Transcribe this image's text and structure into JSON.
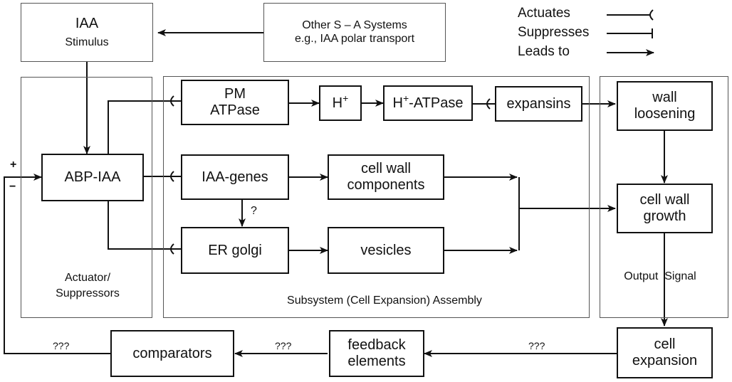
{
  "boxes": {
    "iaa": {
      "title": "IAA",
      "subtitle": "Stimulus"
    },
    "other_sa": {
      "line1": "Other S – A Systems",
      "line2": "e.g., IAA polar transport"
    },
    "pm_atpase": {
      "line1": "PM",
      "line2": "ATPase"
    },
    "h_plus": {
      "base": "H",
      "sup": "+"
    },
    "h_atpase": {
      "base": "H",
      "sup": "+",
      "rest": "-ATPase"
    },
    "expansins": {
      "label": "expansins"
    },
    "wall_loosening": {
      "line1": "wall",
      "line2": "loosening"
    },
    "abp_iaa": {
      "label": "ABP-IAA"
    },
    "iaa_genes": {
      "label": "IAA-genes"
    },
    "cell_wall_components": {
      "line1": "cell wall",
      "line2": "components"
    },
    "cell_wall_growth": {
      "line1": "cell wall",
      "line2": "growth"
    },
    "er_golgi": {
      "label": "ER golgi"
    },
    "vesicles": {
      "label": "vesicles"
    },
    "cell_expansion": {
      "line1": "cell",
      "line2": "expansion"
    },
    "feedback_elements": {
      "line1": "feedback",
      "line2": "elements"
    },
    "comparators": {
      "label": "comparators"
    }
  },
  "regions": {
    "actuator": {
      "line1": "Actuator/",
      "line2": "Suppressors"
    },
    "subsystem": {
      "label": "Subsystem (Cell Expansion) Assembly"
    },
    "output": {
      "label": "Output  Signal"
    }
  },
  "annotations": {
    "question": "?",
    "unknown_feedback_1": "???",
    "unknown_feedback_2": "???",
    "unknown_feedback_3": "???",
    "plus": "+",
    "minus": "−"
  },
  "legend": {
    "actuates": "Actuates",
    "suppresses": "Suppresses",
    "leads_to": "Leads to"
  }
}
